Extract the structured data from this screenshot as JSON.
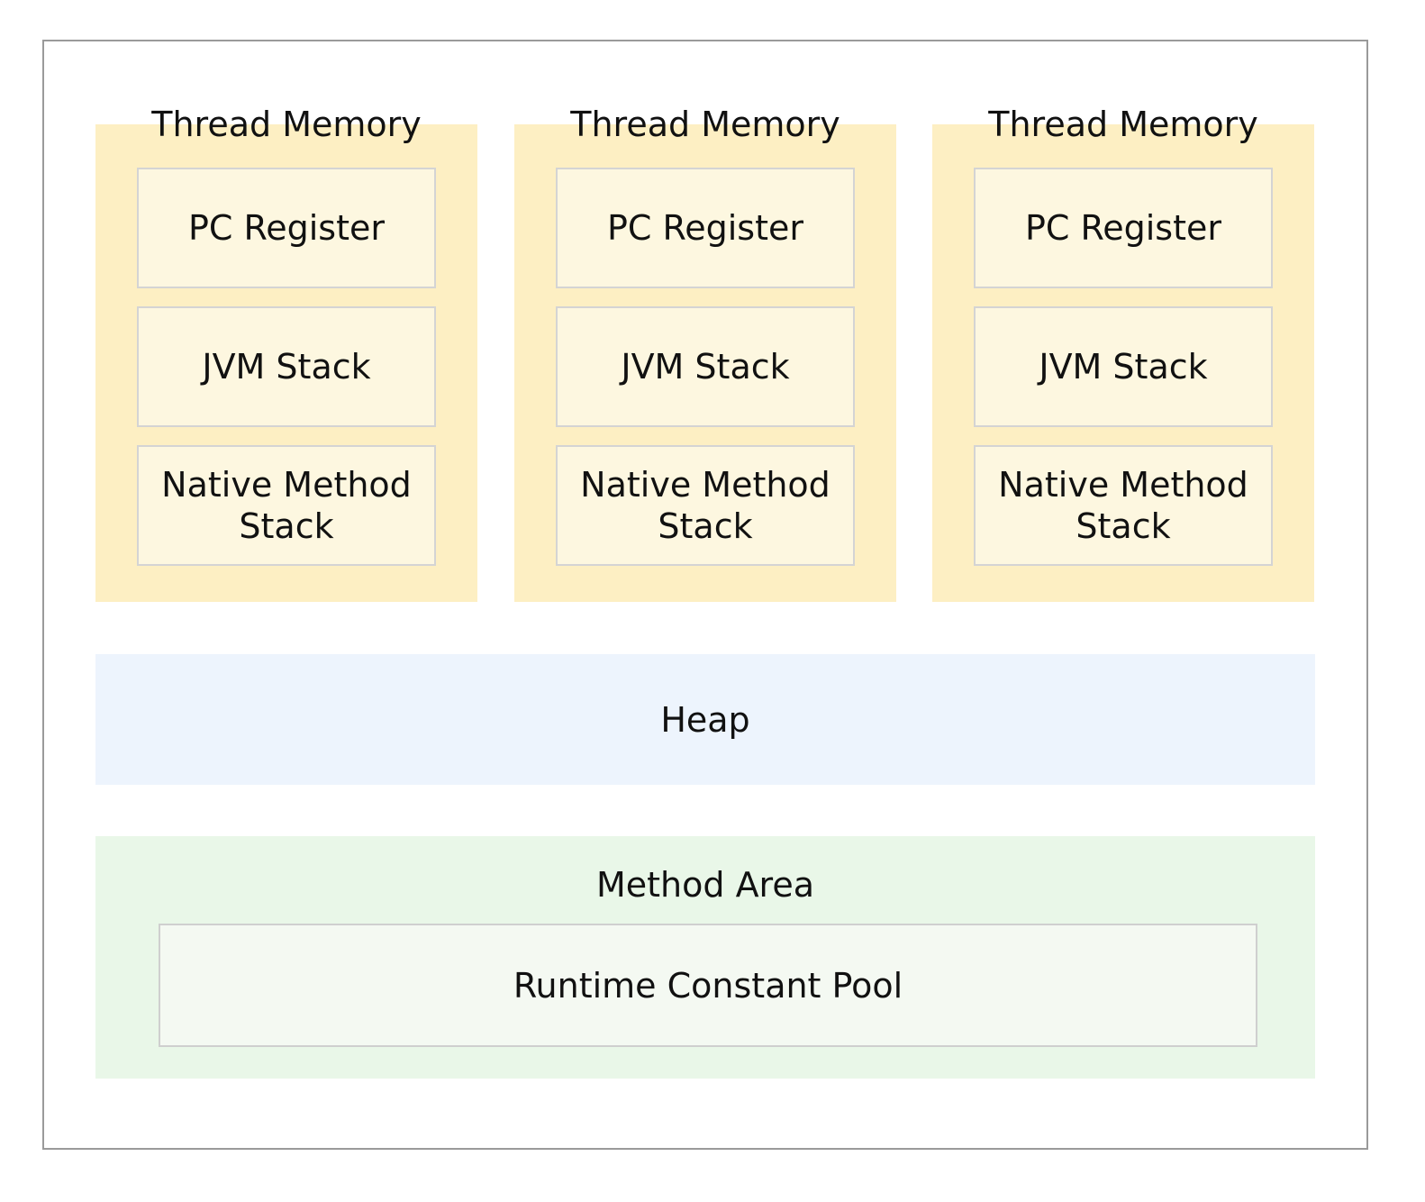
{
  "threads": [
    {
      "title": "Thread Memory",
      "pc_register": "PC Register",
      "jvm_stack": "JVM Stack",
      "native_method_stack": "Native Method Stack"
    },
    {
      "title": "Thread Memory",
      "pc_register": "PC Register",
      "jvm_stack": "JVM Stack",
      "native_method_stack": "Native Method Stack"
    },
    {
      "title": "Thread Memory",
      "pc_register": "PC Register",
      "jvm_stack": "JVM Stack",
      "native_method_stack": "Native Method Stack"
    }
  ],
  "heap": {
    "label": "Heap"
  },
  "method_area": {
    "label": "Method Area",
    "runtime_constant_pool": "Runtime Constant Pool"
  },
  "colors": {
    "thread_bg": "#fdefc3",
    "thread_box_bg": "#fdf7e0",
    "heap_bg": "#edf4fd",
    "method_area_bg": "#e9f7e8",
    "pool_bg": "#f4f9f2",
    "frame_border": "#9a9a9a"
  }
}
